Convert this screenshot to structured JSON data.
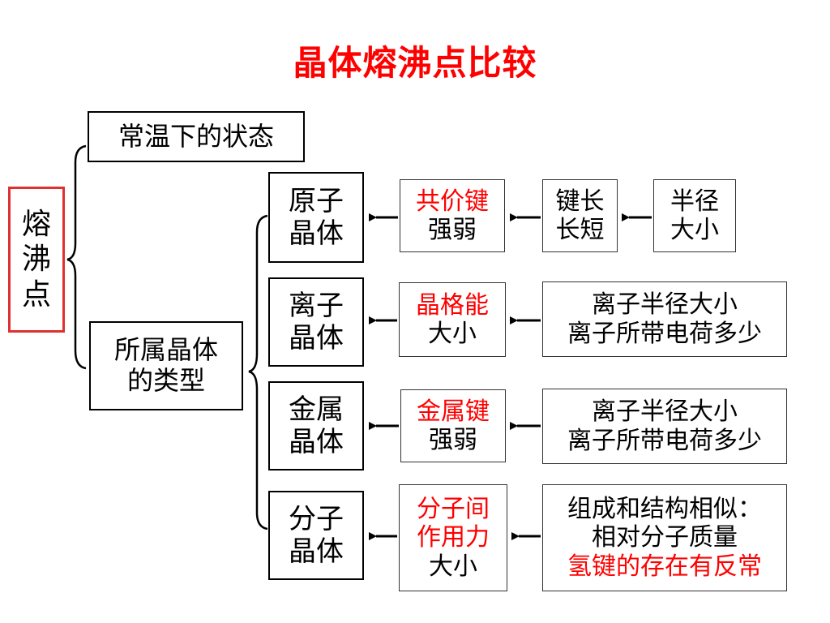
{
  "title": "晶体熔沸点比较",
  "root": {
    "label": [
      "熔",
      "沸",
      "点"
    ]
  },
  "branches": {
    "state": "常温下的状态",
    "type": [
      "所属晶体",
      "的类型"
    ]
  },
  "crystals": [
    {
      "name": [
        "原子",
        "晶体"
      ],
      "factor": [
        {
          "text": "共价键",
          "red": true
        },
        {
          "text": "强弱",
          "red": false
        }
      ],
      "cause1": [
        "键长",
        "长短"
      ],
      "cause2": [
        "半径",
        "大小"
      ]
    },
    {
      "name": [
        "离子",
        "晶体"
      ],
      "factor": [
        {
          "text": "晶格能",
          "red": true
        },
        {
          "text": "大小",
          "red": false
        }
      ],
      "cause": [
        {
          "text": "离子半径大小",
          "red": false
        },
        {
          "text": "离子所带电荷多少",
          "red": false
        }
      ]
    },
    {
      "name": [
        "金属",
        "晶体"
      ],
      "factor": [
        {
          "text": "金属键",
          "red": true
        },
        {
          "text": "强弱",
          "red": false
        }
      ],
      "cause": [
        {
          "text": "离子半径大小",
          "red": false
        },
        {
          "text": "离子所带电荷多少",
          "red": false
        }
      ]
    },
    {
      "name": [
        "分子",
        "晶体"
      ],
      "factor": [
        {
          "text": "分子间",
          "red": true
        },
        {
          "text": "作用力",
          "red": true
        },
        {
          "text": "大小",
          "red": false
        }
      ],
      "cause": [
        {
          "text": "组成和结构相似：",
          "red": false
        },
        {
          "text": "相对分子质量",
          "red": false
        },
        {
          "text": "氢键的存在有反常",
          "red": true
        }
      ]
    }
  ],
  "colors": {
    "title": "#ff0000",
    "highlight": "#ff0000",
    "root_border": "#e03030"
  }
}
